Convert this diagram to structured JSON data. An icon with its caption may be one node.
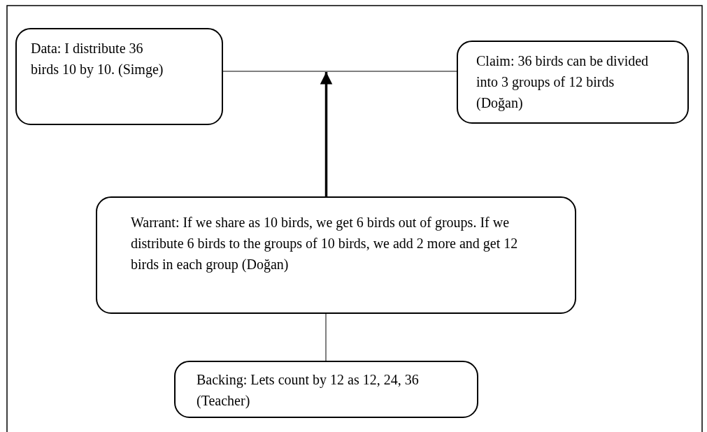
{
  "diagram": {
    "nodes": [
      {
        "text": [
          "Data: I distribute 36 birds 10 by 10. (Simge)"
        ]
      },
      {
        "text": [
          "Claim: 36 birds can be divided into 3 groups of 12 birds (Doğan)"
        ]
      },
      {
        "text": [
          "Warrant: If we share as 10 birds, we get 6 birds out of groups. If we distribute 6 birds to the groups of 10 birds, we add 2 more and get 12 birds in each group (Doğan)"
        ]
      },
      {
        "text": [
          "Backing: Lets count by 12 as 12, 24, 36 (Teacher)"
        ]
      }
    ],
    "edges": [
      {
        "from": 0,
        "to": 1,
        "arrow": "none"
      },
      {
        "from": 2,
        "to": null,
        "arrow": "to",
        "style": "thick"
      },
      {
        "from": 3,
        "to": 2,
        "arrow": "none"
      }
    ]
  }
}
